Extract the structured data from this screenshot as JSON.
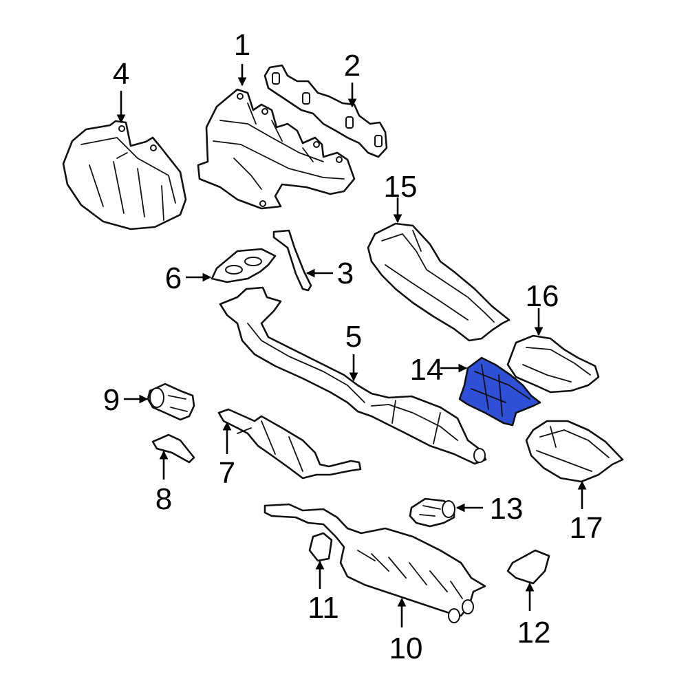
{
  "colors": {
    "background": "#ffffff",
    "line": "#111111",
    "highlight": "#2f4fd6"
  },
  "highlighted_part": "14",
  "callouts": [
    {
      "id": "c1",
      "label": "1"
    },
    {
      "id": "c2",
      "label": "2"
    },
    {
      "id": "c3",
      "label": "3"
    },
    {
      "id": "c4",
      "label": "4"
    },
    {
      "id": "c5",
      "label": "5"
    },
    {
      "id": "c6",
      "label": "6"
    },
    {
      "id": "c7",
      "label": "7"
    },
    {
      "id": "c8",
      "label": "8"
    },
    {
      "id": "c9",
      "label": "9"
    },
    {
      "id": "c10",
      "label": "10"
    },
    {
      "id": "c11",
      "label": "11"
    },
    {
      "id": "c12",
      "label": "12"
    },
    {
      "id": "c13",
      "label": "13"
    },
    {
      "id": "c14",
      "label": "14"
    },
    {
      "id": "c15",
      "label": "15"
    },
    {
      "id": "c16",
      "label": "16"
    },
    {
      "id": "c17",
      "label": "17"
    }
  ]
}
